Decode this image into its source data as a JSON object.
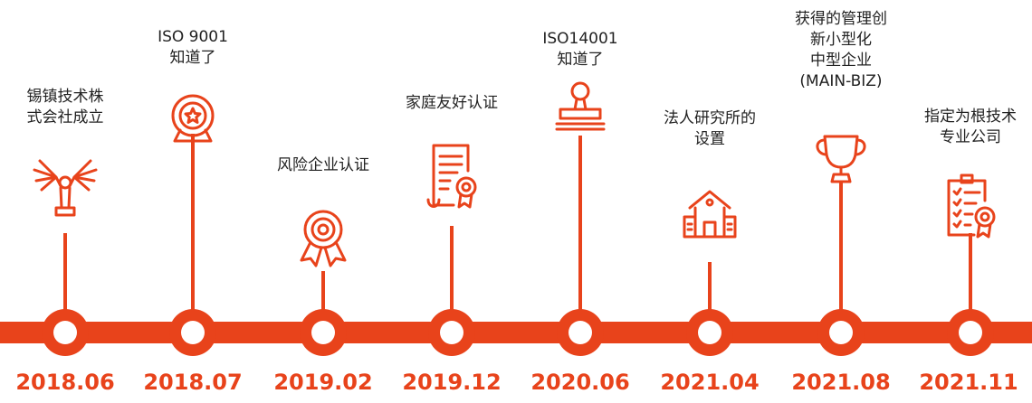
{
  "colors": {
    "accent": "#e8431b",
    "text": "#222222"
  },
  "milestones": [
    {
      "date": "2018.06",
      "lines": [
        "锡镇技术株",
        "式会社成立"
      ],
      "icon": "winged-trophy-icon"
    },
    {
      "date": "2018.07",
      "lines": [
        "ISO 9001",
        "知道了"
      ],
      "icon": "star-medal-icon"
    },
    {
      "date": "2019.02",
      "lines": [
        "风险企业认证"
      ],
      "icon": "award-rosette-icon"
    },
    {
      "date": "2019.12",
      "lines": [
        "家庭友好认证"
      ],
      "icon": "certificate-icon"
    },
    {
      "date": "2020.06",
      "lines": [
        "ISO14001",
        "知道了"
      ],
      "icon": "stamp-icon"
    },
    {
      "date": "2021.04",
      "lines": [
        "法人研究所的",
        "设置"
      ],
      "icon": "building-icon"
    },
    {
      "date": "2021.08",
      "lines": [
        "获得的管理创",
        "新小型化",
        "中型企业",
        "(MAIN-BIZ)"
      ],
      "icon": "trophy-cup-icon"
    },
    {
      "date": "2021.11",
      "lines": [
        "指定为根技术",
        "专业公司"
      ],
      "icon": "checklist-clipboard-icon"
    }
  ]
}
